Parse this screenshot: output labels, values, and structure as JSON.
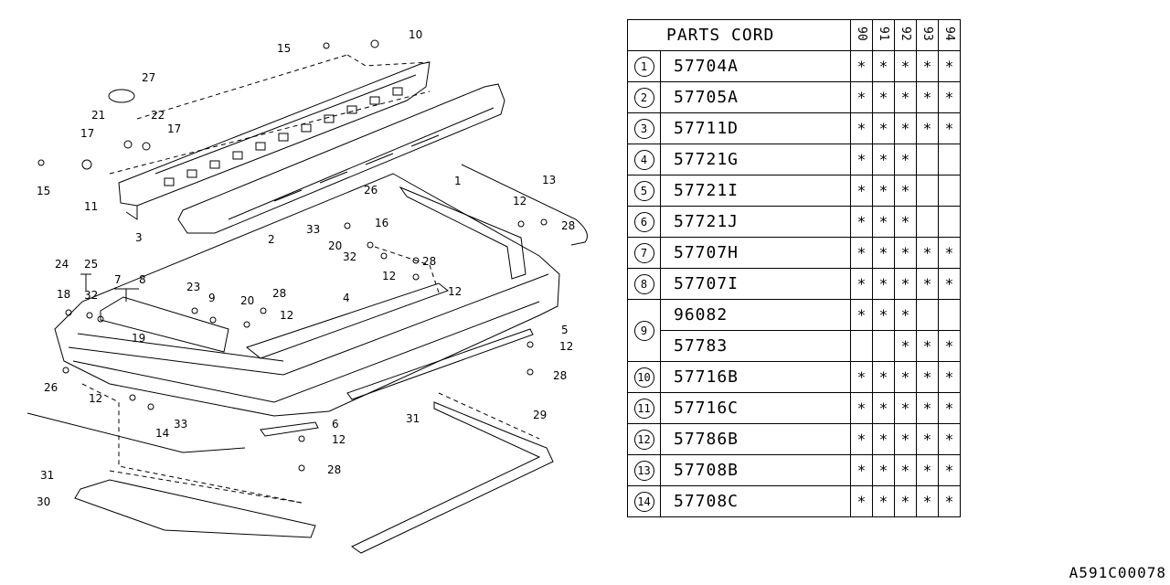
{
  "table": {
    "header": "PARTS CORD",
    "years": [
      "90",
      "91",
      "92",
      "93",
      "94"
    ],
    "mark": "*",
    "rows": [
      {
        "num": "1",
        "codes": [
          {
            "code": "57704A",
            "marks": [
              1,
              1,
              1,
              1,
              1
            ]
          }
        ]
      },
      {
        "num": "2",
        "codes": [
          {
            "code": "57705A",
            "marks": [
              1,
              1,
              1,
              1,
              1
            ]
          }
        ]
      },
      {
        "num": "3",
        "codes": [
          {
            "code": "57711D",
            "marks": [
              1,
              1,
              1,
              1,
              1
            ]
          }
        ]
      },
      {
        "num": "4",
        "codes": [
          {
            "code": "57721G",
            "marks": [
              1,
              1,
              1,
              0,
              0
            ]
          }
        ]
      },
      {
        "num": "5",
        "codes": [
          {
            "code": "57721I",
            "marks": [
              1,
              1,
              1,
              0,
              0
            ]
          }
        ]
      },
      {
        "num": "6",
        "codes": [
          {
            "code": "57721J",
            "marks": [
              1,
              1,
              1,
              0,
              0
            ]
          }
        ]
      },
      {
        "num": "7",
        "codes": [
          {
            "code": "57707H",
            "marks": [
              1,
              1,
              1,
              1,
              1
            ]
          }
        ]
      },
      {
        "num": "8",
        "codes": [
          {
            "code": "57707I",
            "marks": [
              1,
              1,
              1,
              1,
              1
            ]
          }
        ]
      },
      {
        "num": "9",
        "codes": [
          {
            "code": "96082",
            "marks": [
              1,
              1,
              1,
              0,
              0
            ]
          },
          {
            "code": "57783",
            "marks": [
              0,
              0,
              1,
              1,
              1
            ]
          }
        ]
      },
      {
        "num": "10",
        "codes": [
          {
            "code": "57716B",
            "marks": [
              1,
              1,
              1,
              1,
              1
            ]
          }
        ]
      },
      {
        "num": "11",
        "codes": [
          {
            "code": "57716C",
            "marks": [
              1,
              1,
              1,
              1,
              1
            ]
          }
        ]
      },
      {
        "num": "12",
        "codes": [
          {
            "code": "57786B",
            "marks": [
              1,
              1,
              1,
              1,
              1
            ]
          }
        ]
      },
      {
        "num": "13",
        "codes": [
          {
            "code": "57708B",
            "marks": [
              1,
              1,
              1,
              1,
              1
            ]
          }
        ]
      },
      {
        "num": "14",
        "codes": [
          {
            "code": "57708C",
            "marks": [
              1,
              1,
              1,
              1,
              1
            ]
          }
        ]
      }
    ]
  },
  "diagram": {
    "callouts": [
      "1",
      "2",
      "3",
      "4",
      "5",
      "6",
      "7",
      "8",
      "9",
      "10",
      "11",
      "12",
      "13",
      "14",
      "15",
      "16",
      "17",
      "18",
      "19",
      "20",
      "21",
      "22",
      "23",
      "24",
      "25",
      "26",
      "27",
      "28",
      "29",
      "30",
      "31",
      "32",
      "33"
    ]
  },
  "footer": {
    "code": "A591C00078"
  }
}
